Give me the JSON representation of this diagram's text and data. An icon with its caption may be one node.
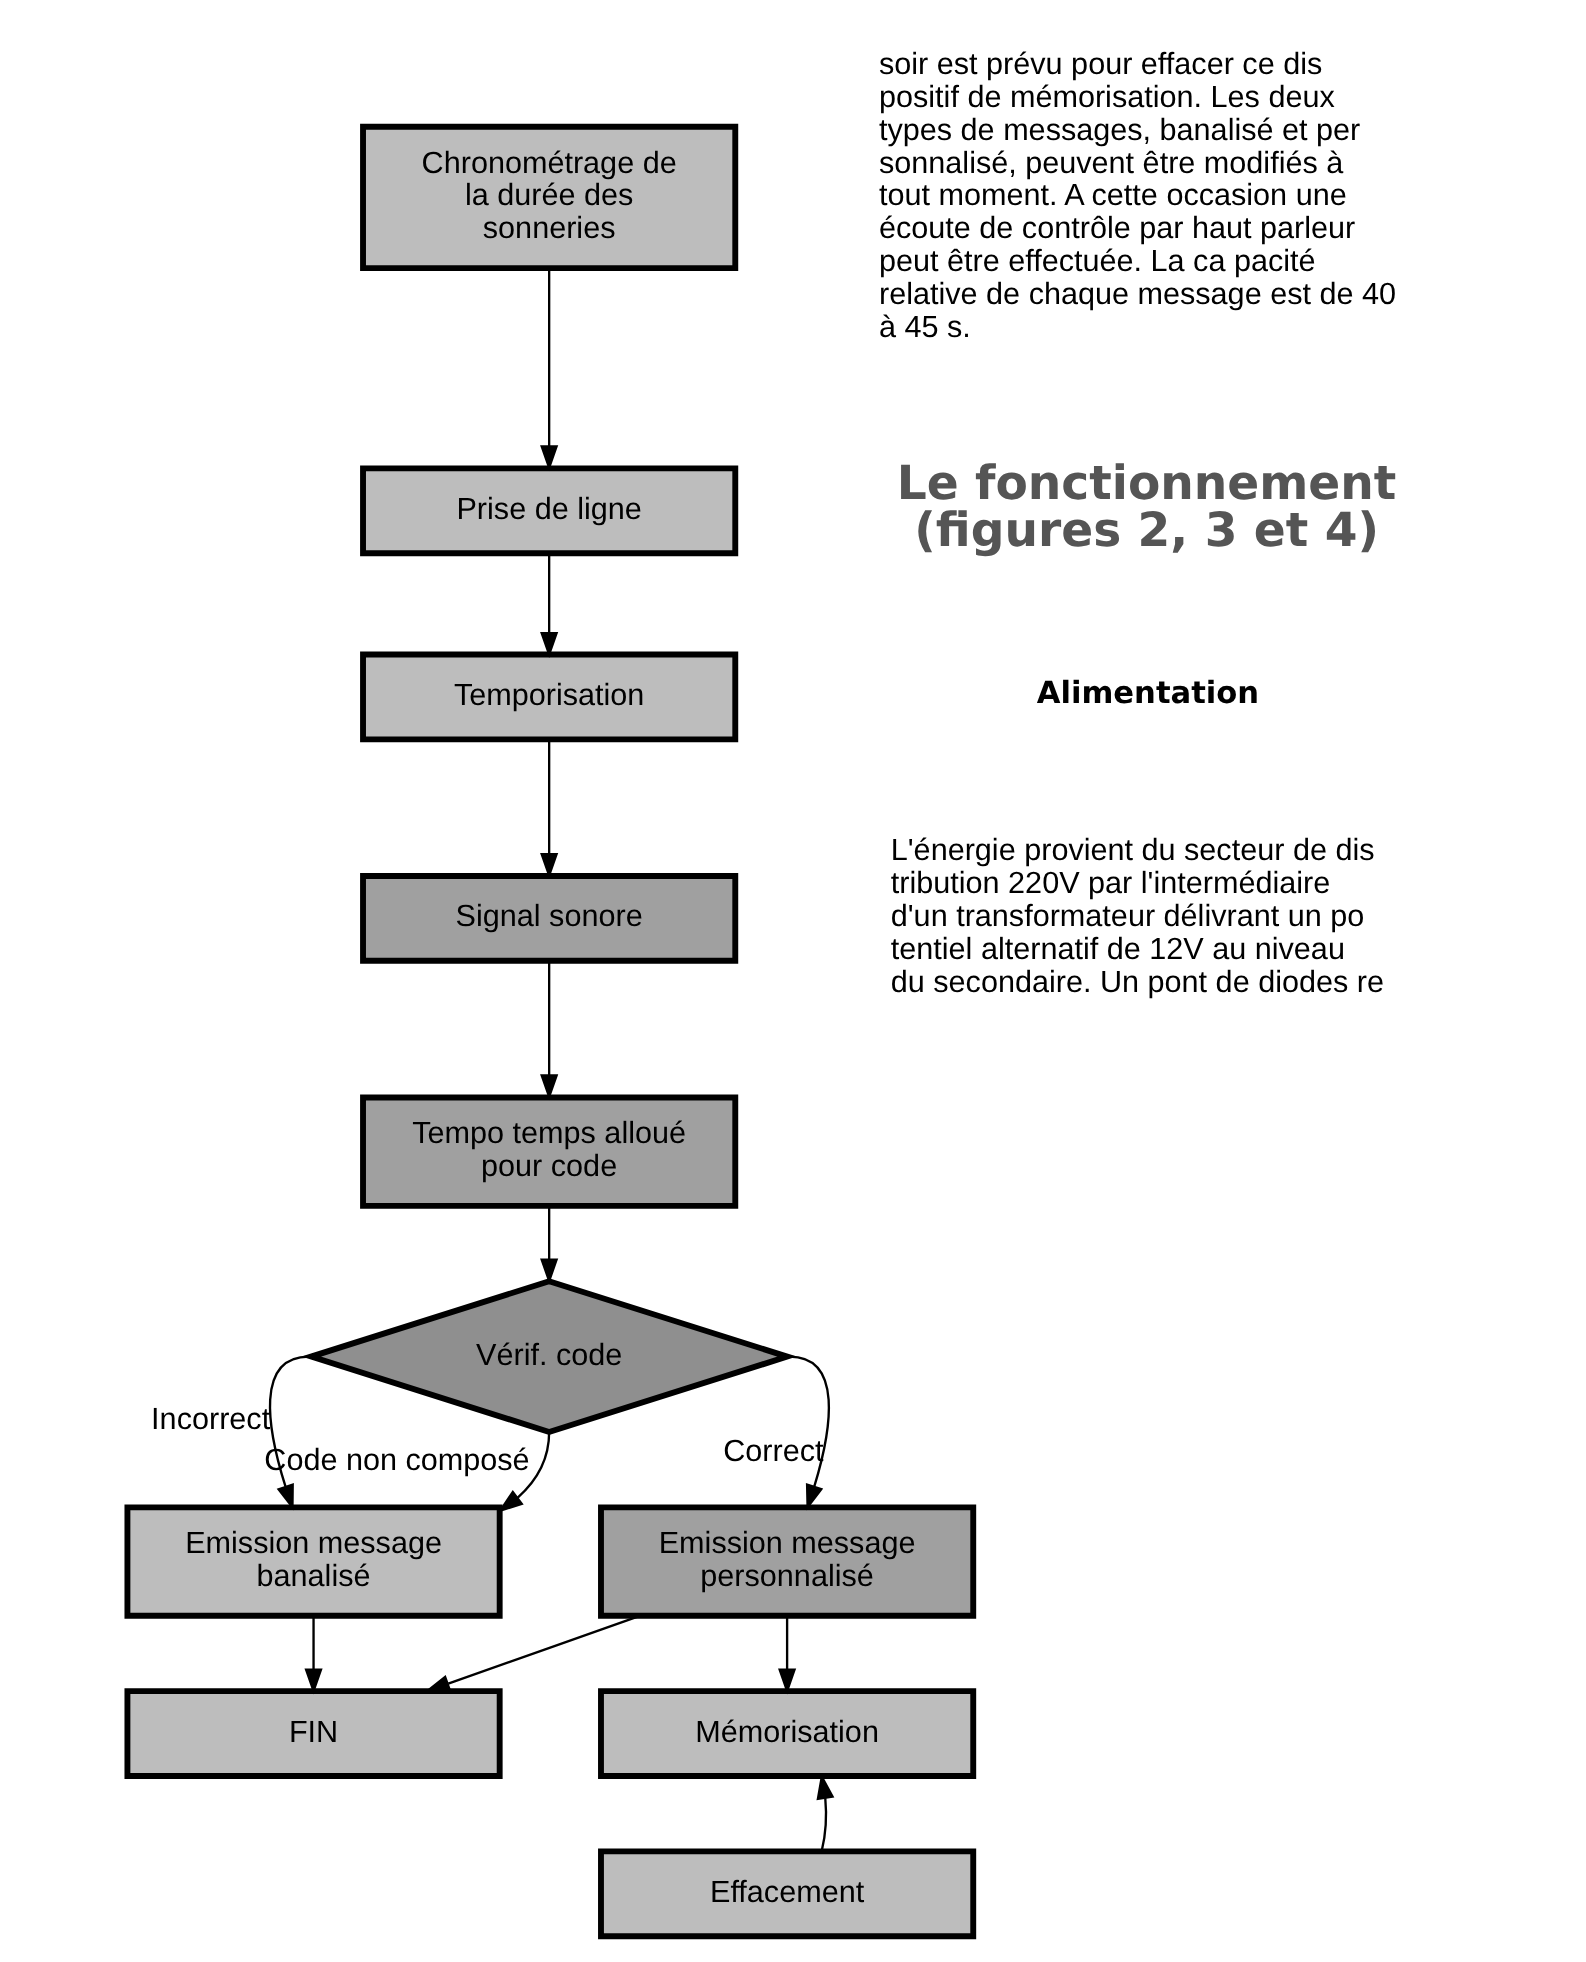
{
  "diagram": {
    "nodes": [
      {
        "text": [
          "Chronométrage de la durée des sonneries"
        ]
      },
      {
        "text": [
          "Prise de ligne"
        ]
      },
      {
        "text": [
          "Temporisation"
        ]
      },
      {
        "text": [
          "Signal sonore"
        ]
      },
      {
        "text": [
          "Tempo temps alloué pour code"
        ]
      },
      {
        "text": [
          "Vérif. code"
        ]
      },
      {
        "text": [
          "Emission message banalisé"
        ]
      },
      {
        "text": [
          "Emission message personnalisé"
        ]
      },
      {
        "text": [
          "Mémorisation"
        ]
      },
      {
        "text": [
          "FIN"
        ]
      },
      {
        "text": [
          "Effacement"
        ]
      }
    ],
    "edges": [
      {
        "from": 0,
        "to": 1,
        "arrow": "to"
      },
      {
        "from": 1,
        "to": 2,
        "arrow": "to"
      },
      {
        "from": 2,
        "to": 3,
        "arrow": "to"
      },
      {
        "from": 3,
        "to": 4,
        "arrow": "to"
      },
      {
        "from": 4,
        "to": 5,
        "arrow": "to"
      },
      {
        "from": 5,
        "to": 6,
        "arrow": "to",
        "label": "Incorrect"
      },
      {
        "from": 5,
        "to": 7,
        "arrow": "to",
        "label": "Correct"
      },
      {
        "from": 5,
        "to": 6,
        "arrow": "to",
        "label": "Code non composé"
      },
      {
        "from": 7,
        "to": 8,
        "arrow": "to"
      },
      {
        "from": 6,
        "to": 9,
        "arrow": "to"
      },
      {
        "from": 7,
        "to": 9,
        "arrow": "to"
      },
      {
        "from": 10,
        "to": 8,
        "arrow": "to"
      }
    ],
    "labels": [
      "soir est prévu pour effacer ce dis positif de mémorisation. Les deux types de messages, banalisé et per sonnalisé, peuvent être modifiés à tout moment. A cette occasion une écoute de contrôle par haut parleur peut être effectuée. La ca pacité relative de chaque message est de 40 à 45 s.",
      "Le fonctionnement (figures 2, 3 et 4)",
      "Alimentation",
      "L'énergie provient du secteur de dis tribution 220V par l'intermédiaire d'un transformateur délivrant un po tentiel alternatif de 12V au niveau du secondaire. Un pont de diodes re"
    ]
  }
}
